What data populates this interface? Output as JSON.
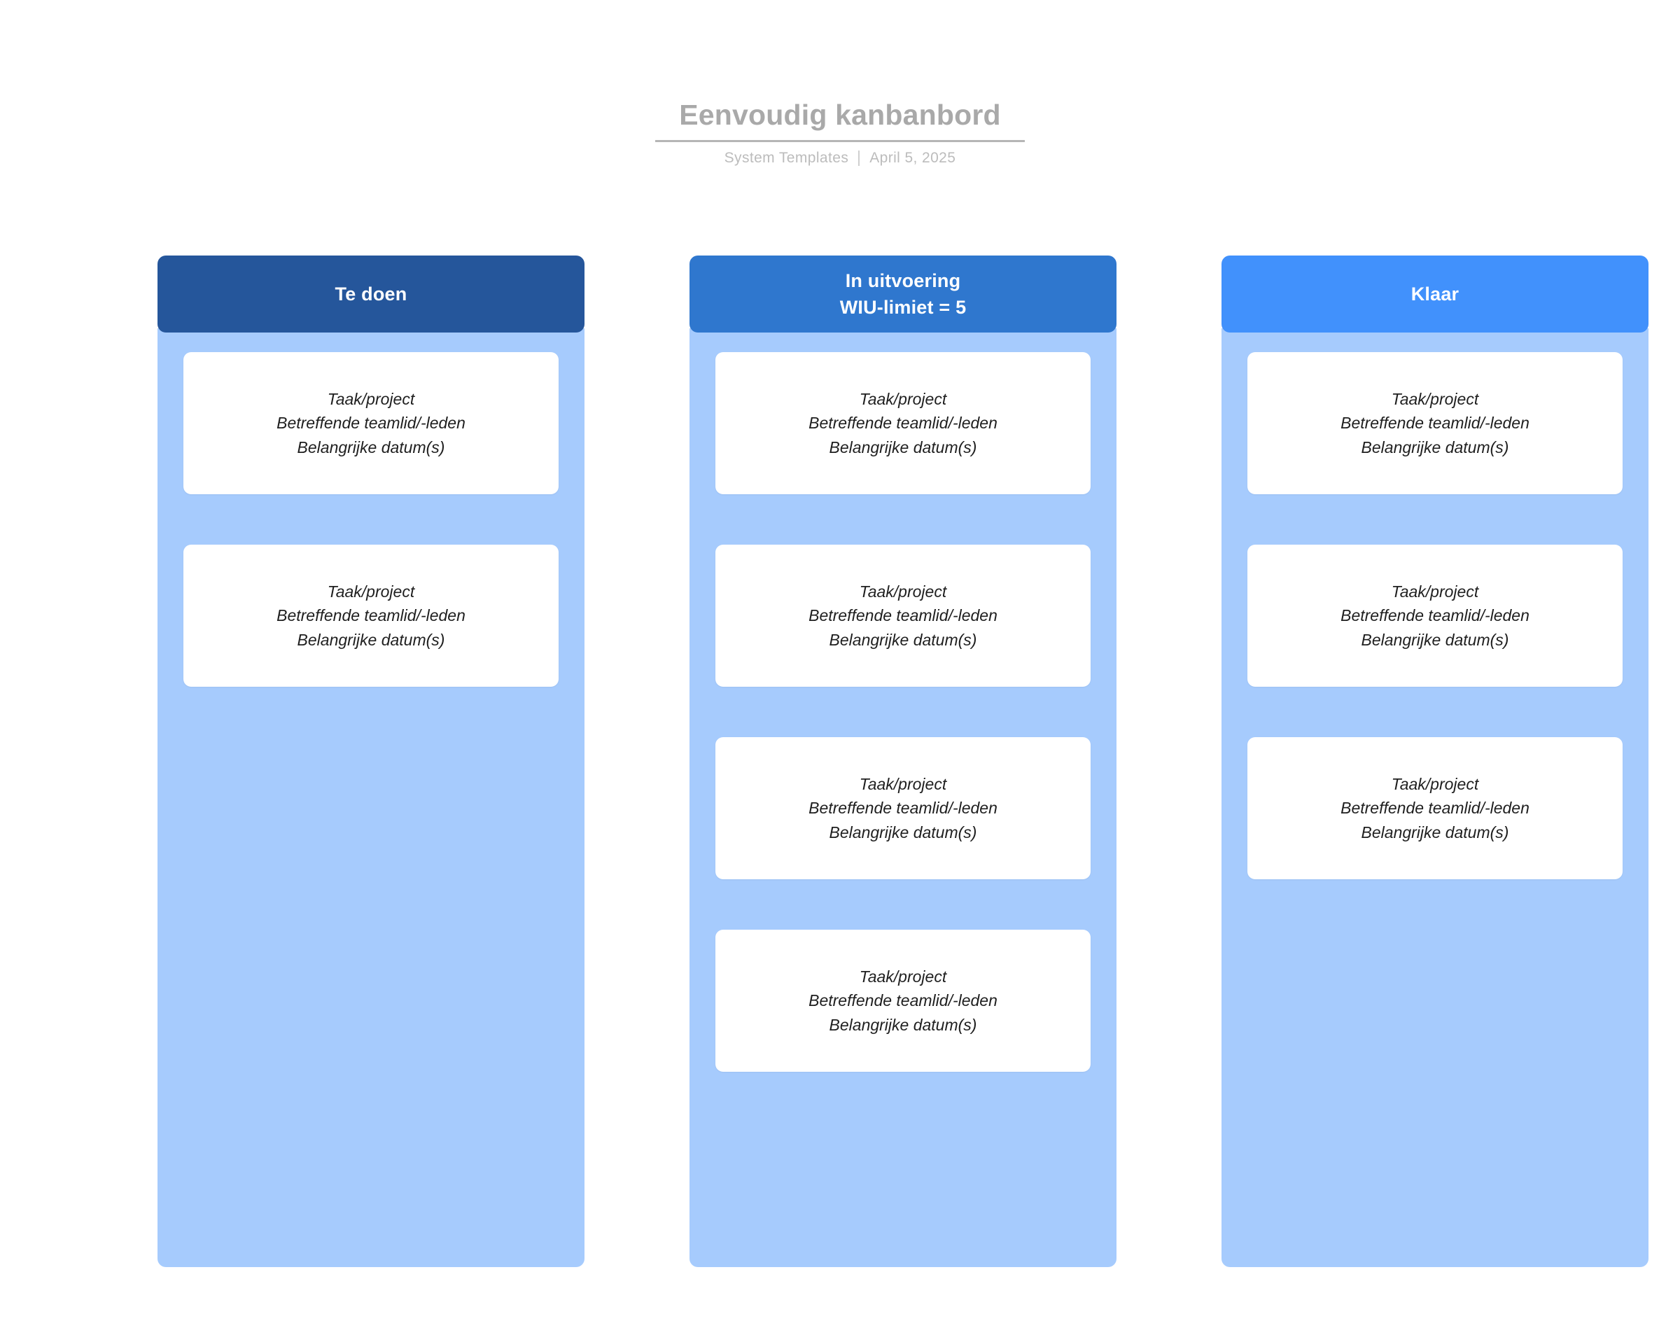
{
  "document": {
    "title": "Eenvoudig kanbanbord",
    "subtitle_author": "System Templates",
    "subtitle_date": "April 5, 2025"
  },
  "theme": {
    "column_body_color": "#a6cbfd",
    "card_color": "#ffffff",
    "title_color": "#a9a9a9",
    "subtitle_color": "#bcbcbc"
  },
  "card_template": {
    "line1": "Taak/project",
    "line2": "Betreffende teamlid/-leden",
    "line3": "Belangrijke datum(s)"
  },
  "board": {
    "columns": [
      {
        "id": "te-doen",
        "title": "Te doen",
        "subtitle": "",
        "header_color": "#25569b",
        "card_count": 2,
        "cards": [
          {
            "line1": "Taak/project",
            "line2": "Betreffende teamlid/-leden",
            "line3": "Belangrijke datum(s)"
          },
          {
            "line1": "Taak/project",
            "line2": "Betreffende teamlid/-leden",
            "line3": "Belangrijke datum(s)"
          }
        ]
      },
      {
        "id": "in-uitvoering",
        "title": "In uitvoering",
        "subtitle": "WIU-limiet = 5",
        "header_color": "#2f77ce",
        "card_count": 4,
        "cards": [
          {
            "line1": "Taak/project",
            "line2": "Betreffende teamlid/-leden",
            "line3": "Belangrijke datum(s)"
          },
          {
            "line1": "Taak/project",
            "line2": "Betreffende teamlid/-leden",
            "line3": "Belangrijke datum(s)"
          },
          {
            "line1": "Taak/project",
            "line2": "Betreffende teamlid/-leden",
            "line3": "Belangrijke datum(s)"
          },
          {
            "line1": "Taak/project",
            "line2": "Betreffende teamlid/-leden",
            "line3": "Belangrijke datum(s)"
          }
        ]
      },
      {
        "id": "klaar",
        "title": "Klaar",
        "subtitle": "",
        "header_color": "#4191fc",
        "card_count": 3,
        "cards": [
          {
            "line1": "Taak/project",
            "line2": "Betreffende teamlid/-leden",
            "line3": "Belangrijke datum(s)"
          },
          {
            "line1": "Taak/project",
            "line2": "Betreffende teamlid/-leden",
            "line3": "Belangrijke datum(s)"
          },
          {
            "line1": "Taak/project",
            "line2": "Betreffende teamlid/-leden",
            "line3": "Belangrijke datum(s)"
          }
        ]
      }
    ]
  }
}
